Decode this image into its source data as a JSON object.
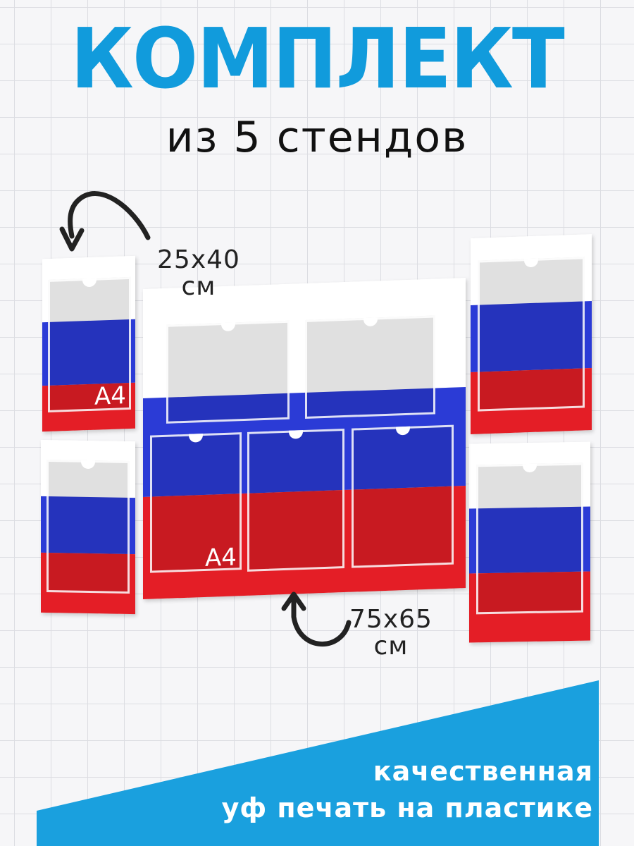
{
  "header": {
    "title": "КОМПЛЕКТ",
    "subtitle": "из 5 стендов"
  },
  "small_stand": {
    "size_line1": "25x40",
    "size_line2": "см",
    "pocket_label": "A4"
  },
  "large_stand": {
    "size_line1": "75x65",
    "size_line2": "см",
    "pocket_label": "A4"
  },
  "banner": {
    "line1": "качественная",
    "line2": "уф печать на пластике"
  },
  "colors": {
    "accent": "#119bdc",
    "flag_white": "#ffffff",
    "flag_blue": "#2b3bd6",
    "flag_red": "#e41e26"
  },
  "icons": [
    "curved-arrow-icon",
    "curved-arrow-icon"
  ]
}
